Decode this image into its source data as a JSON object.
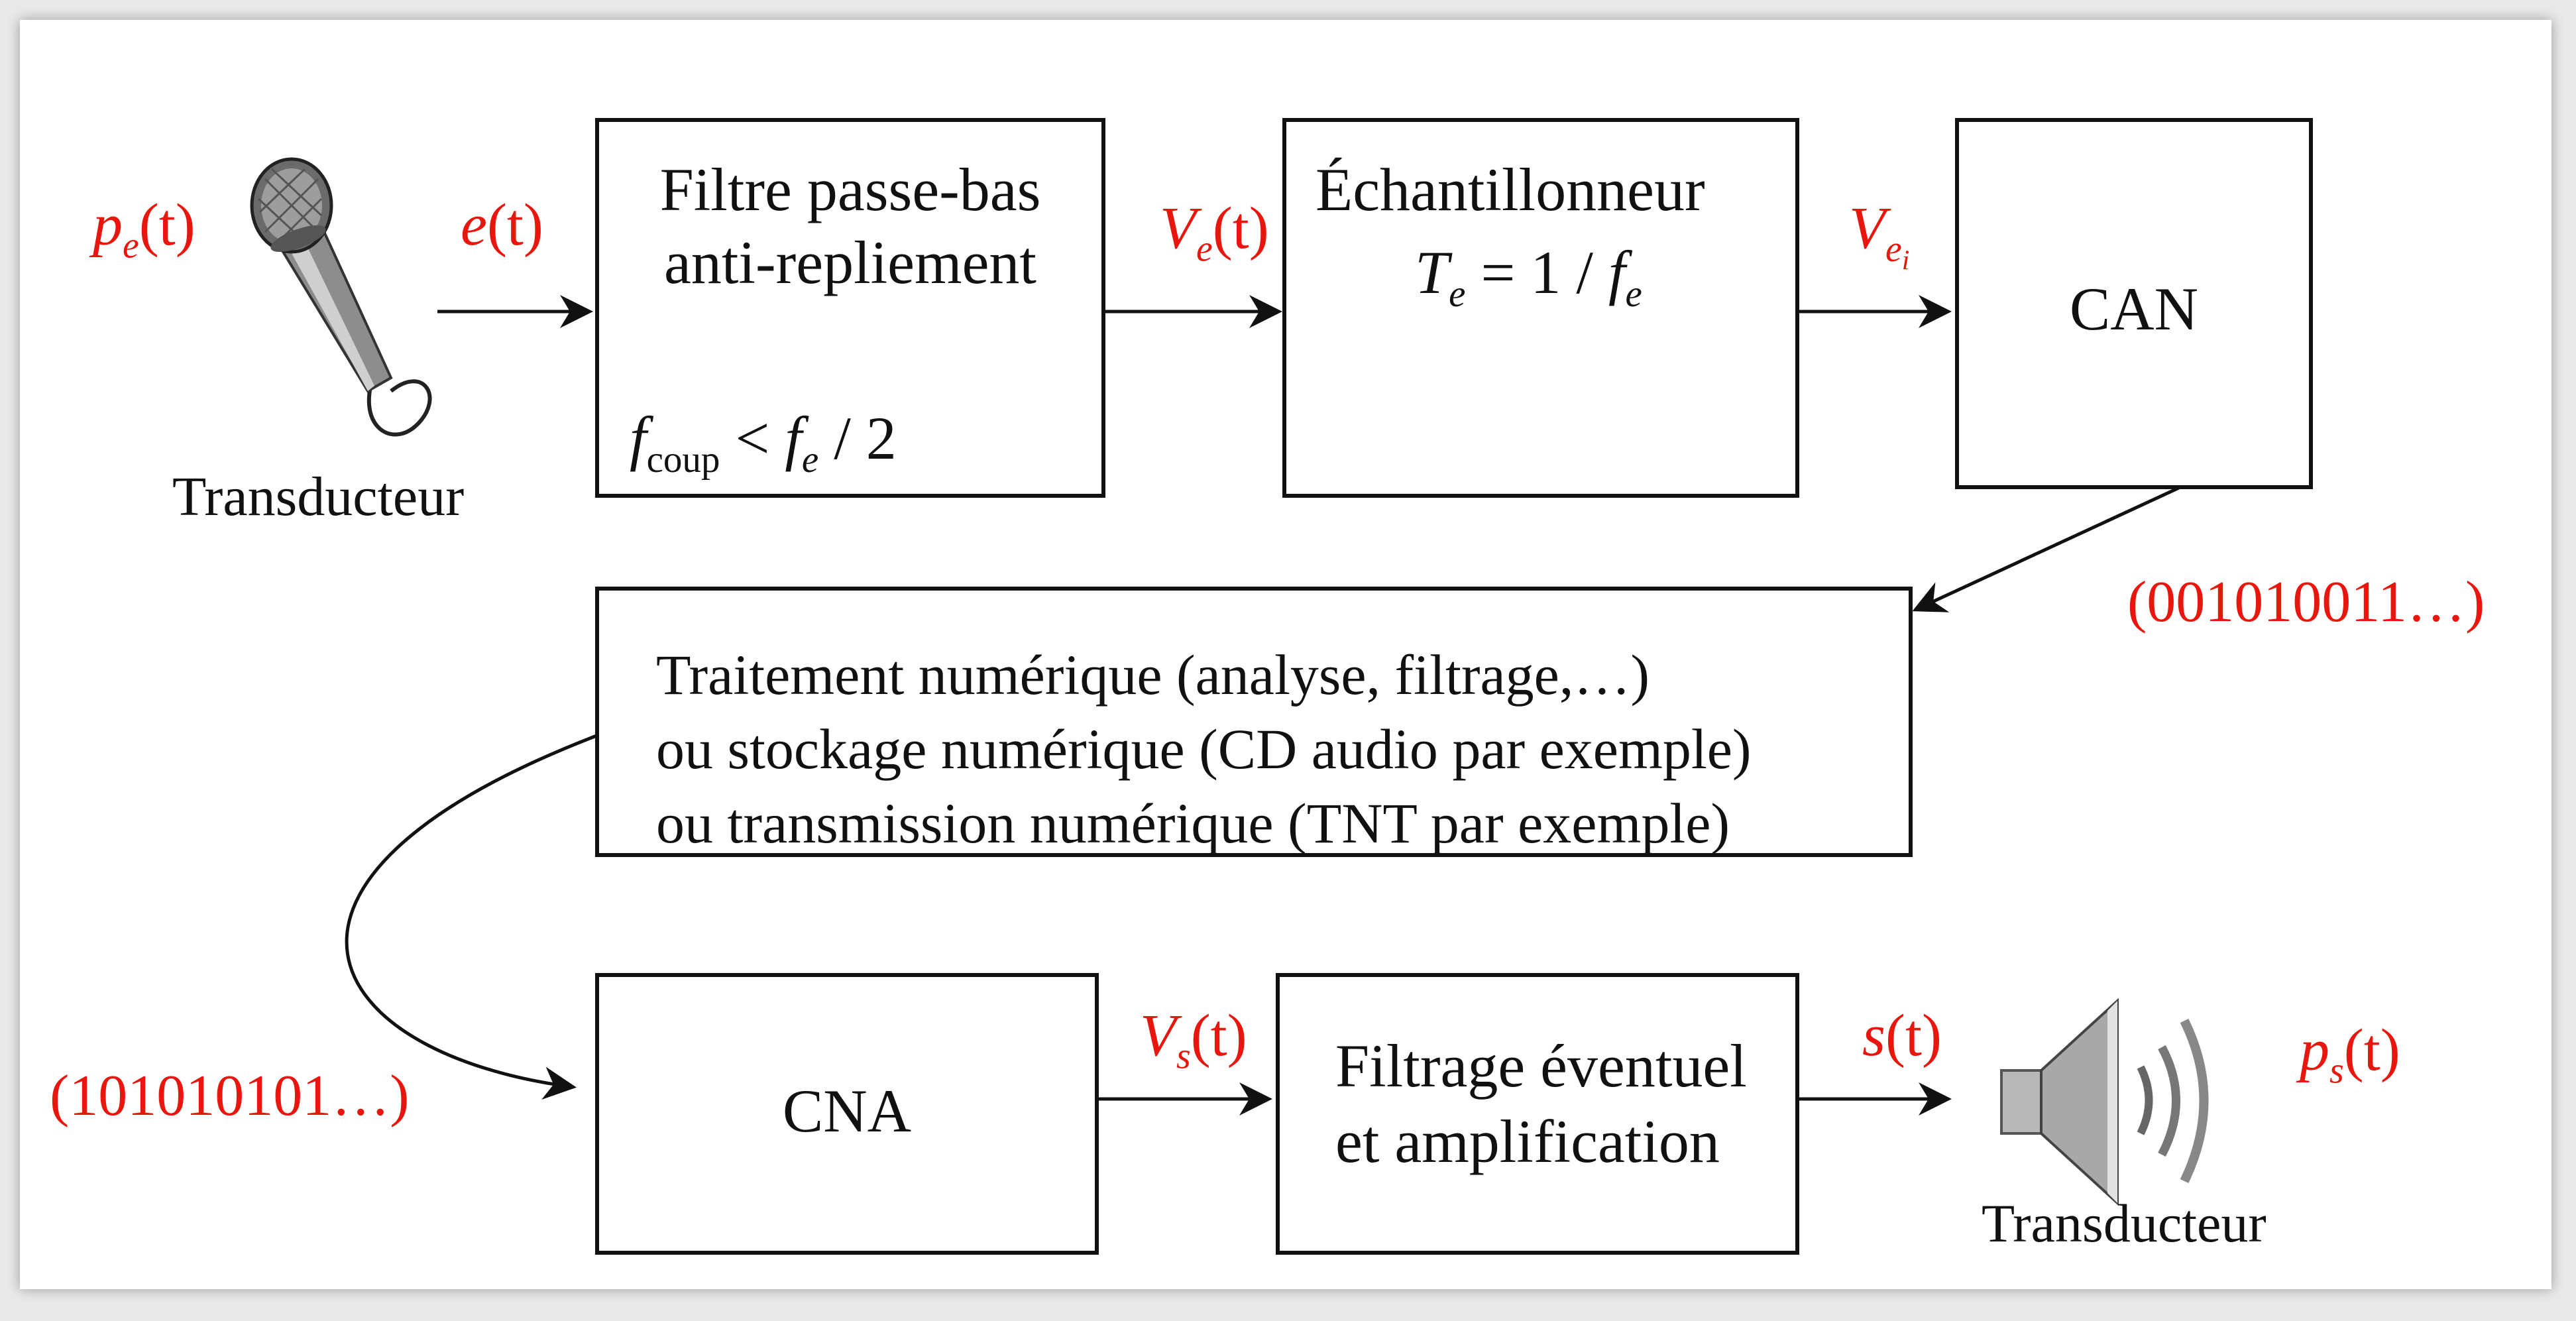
{
  "colors": {
    "signal_red": "#e8160c",
    "line": "#111111",
    "speaker_grey": "#9a9a9a"
  },
  "icons": {
    "microphone": "microphone-icon",
    "speaker": "speaker-icon"
  },
  "input_transducer": {
    "signal": "p",
    "signal_sub": "e",
    "signal_arg": "(t)",
    "label": "Transducteur"
  },
  "signals": {
    "e": {
      "name": "e",
      "arg": "(t)"
    },
    "ve": {
      "name": "V",
      "sub": "e",
      "arg": "(t)"
    },
    "vei": {
      "name": "V",
      "sub": "e",
      "subsub": "i"
    },
    "vs": {
      "name": "V",
      "sub": "s",
      "arg": "(t)"
    },
    "s": {
      "name": "s",
      "arg": "(t)"
    },
    "ps": {
      "name": "p",
      "sub": "s",
      "arg": "(t)"
    }
  },
  "filter_block": {
    "line1": "Filtre passe-bas",
    "line2": "anti-repliement",
    "cond_f": "f",
    "cond_sub": "coup",
    "cond_lt": " < ",
    "cond_fe": "f",
    "cond_fe_sub": "e",
    "cond_rest": " / 2"
  },
  "sampler_block": {
    "title": "Échantillonneur",
    "eq_T": "T",
    "eq_T_sub": "e",
    "eq_mid": " = 1 / ",
    "eq_f": "f",
    "eq_f_sub": "e"
  },
  "can_block": {
    "label": "CAN"
  },
  "binary_out": "(001010011…)",
  "processing_block": {
    "lines": [
      "Traitement numérique (analyse, filtrage,…)",
      "ou stockage numérique (CD audio par exemple)",
      "ou transmission numérique (TNT par exemple)"
    ]
  },
  "binary_in": "(101010101…)",
  "cna_block": {
    "label": "CNA"
  },
  "output_filter_block": {
    "line1": "Filtrage éventuel",
    "line2": "et amplification"
  },
  "output_transducer": {
    "label": "Transducteur"
  }
}
